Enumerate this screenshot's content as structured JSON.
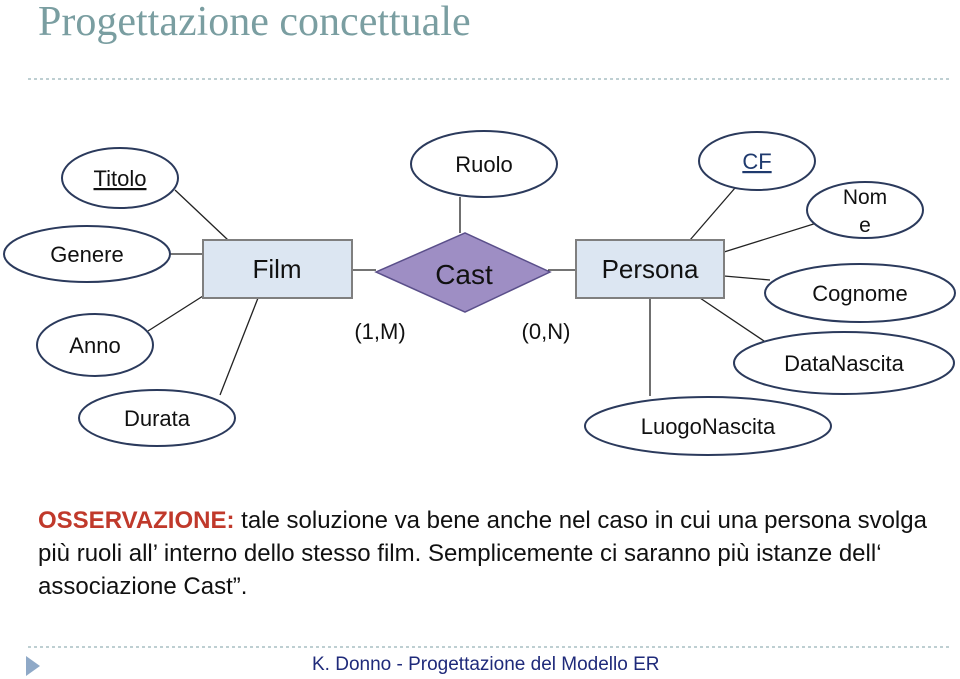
{
  "title": "Progettazione concettuale",
  "diagram": {
    "entities": {
      "film": "Film",
      "persona": "Persona"
    },
    "relationship": "Cast",
    "cardinalities": {
      "film": "(1,M)",
      "persona": "(0,N)"
    },
    "attributes": {
      "titolo": "Titolo",
      "genere": "Genere",
      "anno": "Anno",
      "durata": "Durata",
      "ruolo": "Ruolo",
      "cf": "CF",
      "nome_line1": "Nom",
      "nome_line2": "e",
      "cognome": "Cognome",
      "data_nascita": "DataNascita",
      "luogo_nascita": "LuogoNascita"
    },
    "colors": {
      "entity_fill": "#dce6f2",
      "entity_stroke": "#7f7f7f",
      "relationship_fill": "#9e8ec4",
      "relationship_stroke": "#5a4f8a",
      "attribute_stroke": "#2b3a5c",
      "key_text": "#1f3a6e"
    }
  },
  "note": {
    "label": "OSSERVAZIONE:",
    "text": " tale soluzione va bene anche nel caso in cui una persona svolga più ruoli all’ interno dello stesso film. Semplicemente ci saranno più istanze dell‘ associazione  Cast”."
  },
  "footer": {
    "text": "K. Donno - Progettazione del Modello ER"
  }
}
